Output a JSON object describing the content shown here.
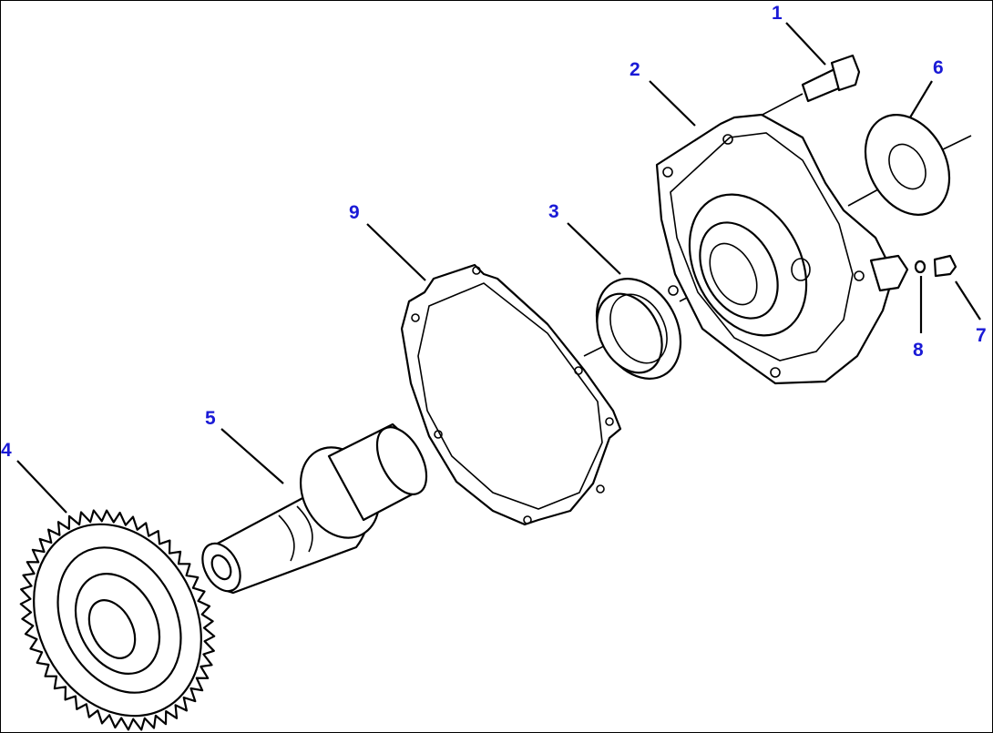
{
  "diagram": {
    "callouts": [
      "1",
      "2",
      "3",
      "4",
      "5",
      "6",
      "7",
      "8",
      "9"
    ],
    "label_color": "#1a1ad6",
    "line_color": "#000000"
  }
}
